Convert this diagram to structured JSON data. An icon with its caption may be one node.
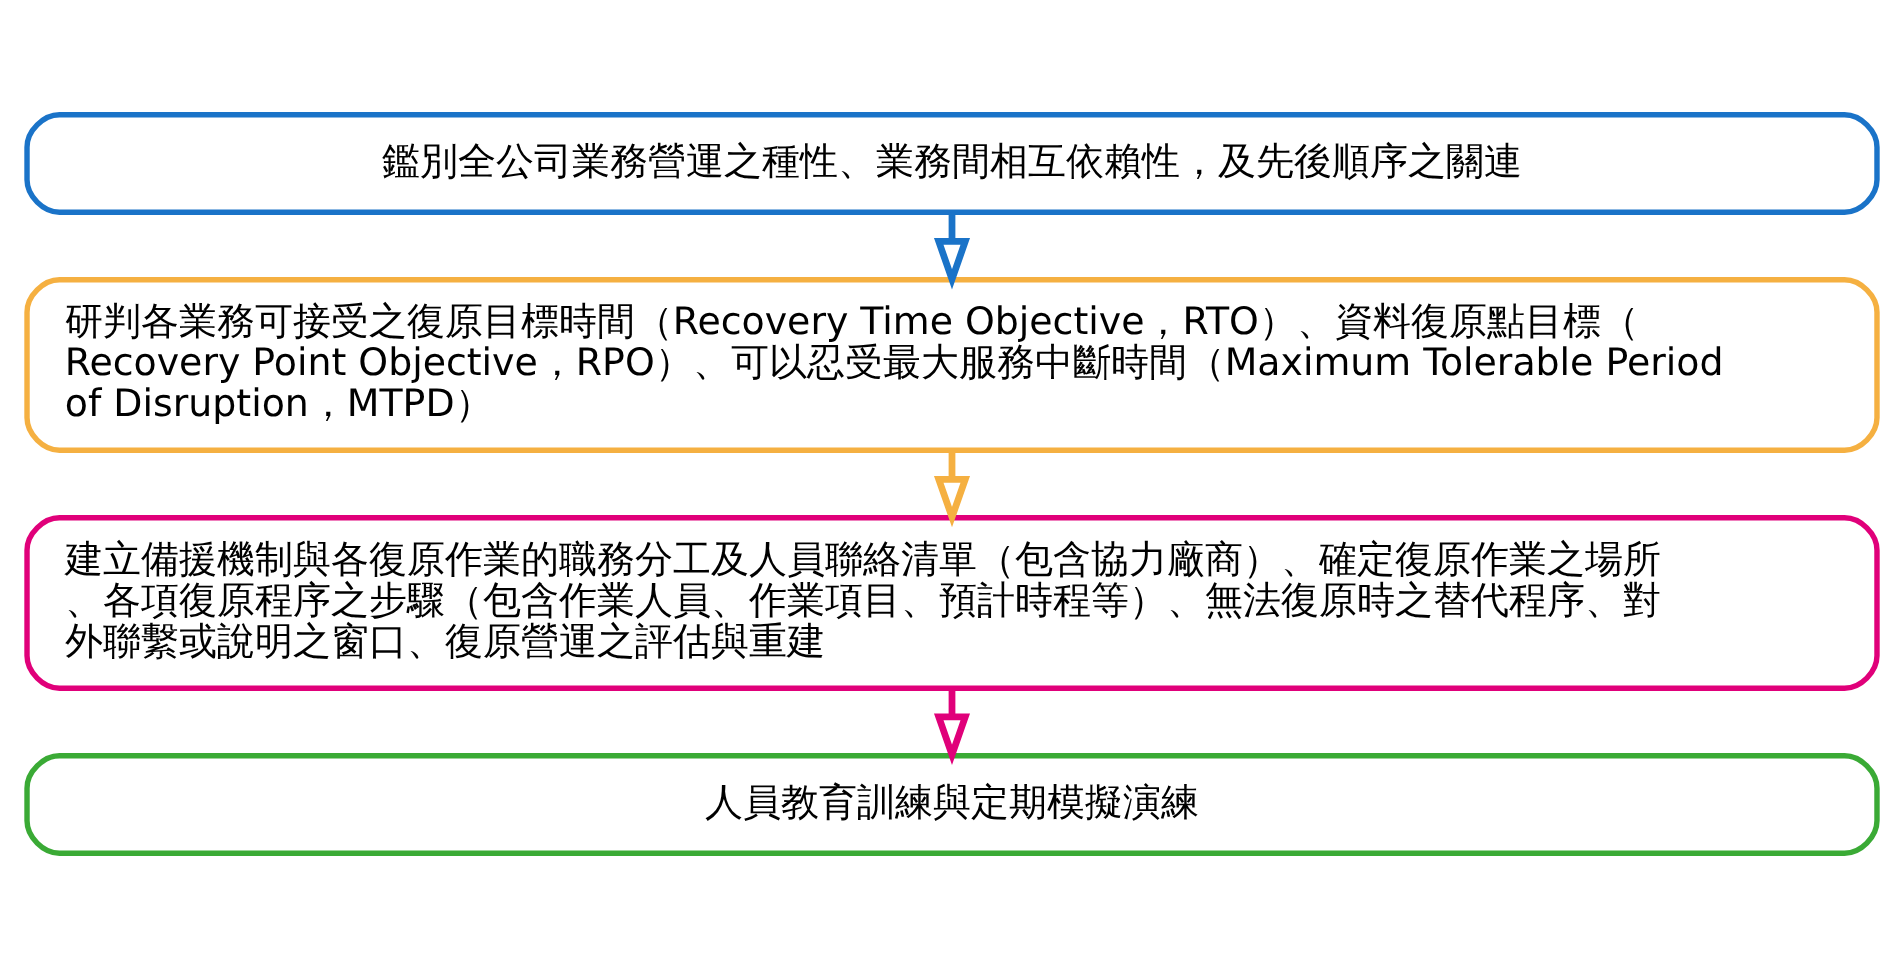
{
  "diagram": {
    "nodes": [
      {
        "text": [
          "鑑別全公司業務營運之種性、業務間相互依賴性，及先後順序之關連"
        ]
      },
      {
        "text": [
          "研判各業務可接受之復原目標時間（Recovery Time Objective，RTO）、資料復原點目標（Recovery Point Objective，RPO）、可以忍受最大服務中斷時間（Maximum Tolerable Period of Disruption，MTPD）"
        ]
      },
      {
        "text": [
          "建立備援機制與各復原作業的職務分工及人員聯絡清單（包含協力廠商）、確定復原作業之場所、各項復原程序之步驟（包含作業人員、作業項目、預計時程等）、無法復原時之替代程序、對外聯繫或說明之窗口、復原營運之評估與重建"
        ]
      },
      {
        "text": [
          "人員教育訓練與定期模擬演練"
        ]
      }
    ],
    "edges": [
      {
        "from": 0,
        "to": 1,
        "arrow": "to",
        "color": "#1a73c8"
      },
      {
        "from": 1,
        "to": 2,
        "arrow": "to",
        "color": "#f5b041"
      },
      {
        "from": 2,
        "to": 3,
        "arrow": "to",
        "color": "#e0007a"
      }
    ]
  }
}
